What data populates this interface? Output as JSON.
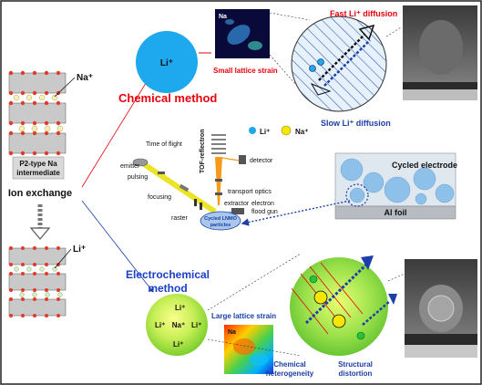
{
  "left": {
    "na_label": "Na⁺",
    "p2_label_line1": "P2-type Na",
    "p2_label_line2": "intermediate",
    "ion_exchange": "Ion exchange",
    "li_label": "Li⁺"
  },
  "chemical": {
    "title": "Chemical method",
    "particle_label": "Li⁺",
    "map_label": "Na",
    "fast": "Fast Li⁺ diffusion",
    "slow": "Slow Li⁺ diffusion",
    "strain": "Small lattice strain"
  },
  "tof": {
    "time_of_flight": "Time of flight",
    "emitter": "emitter",
    "pulsing": "pulsing",
    "focusing": "focusing",
    "raster": "raster",
    "reflectron": "TOF-reflectron",
    "detector": "detector",
    "transport": "transport optics",
    "extractor": "extractor",
    "flood_line1": "electron",
    "flood_line2": "flood gun",
    "sample_line1": "Cycled LNMO",
    "sample_line2": "particles"
  },
  "legend": {
    "li": "Li⁺",
    "na": "Na⁺"
  },
  "electrode": {
    "cycled": "Cycled electrode",
    "foil": "Al foil"
  },
  "electrochemical": {
    "title_line1": "Electrochemical",
    "title_line2": "method",
    "p_li1": "Li⁺",
    "p_li2": "Li⁺",
    "p_na": "Na⁺",
    "p_li3": "Li⁺",
    "p_li4": "Li⁺",
    "map_label": "Na",
    "large_strain": "Large lattice strain",
    "chem_het_line1": "Chemical",
    "chem_het_line2": "heterogeneity",
    "struct_line1": "Structural",
    "struct_line2": "distortion"
  },
  "colors": {
    "chemical_title": "#e8000b",
    "electro_title": "#1a3fc4",
    "li_particle": "#1ea8ee",
    "na_ion": "#f4e600",
    "arrow_blue": "#1b3ea8"
  }
}
